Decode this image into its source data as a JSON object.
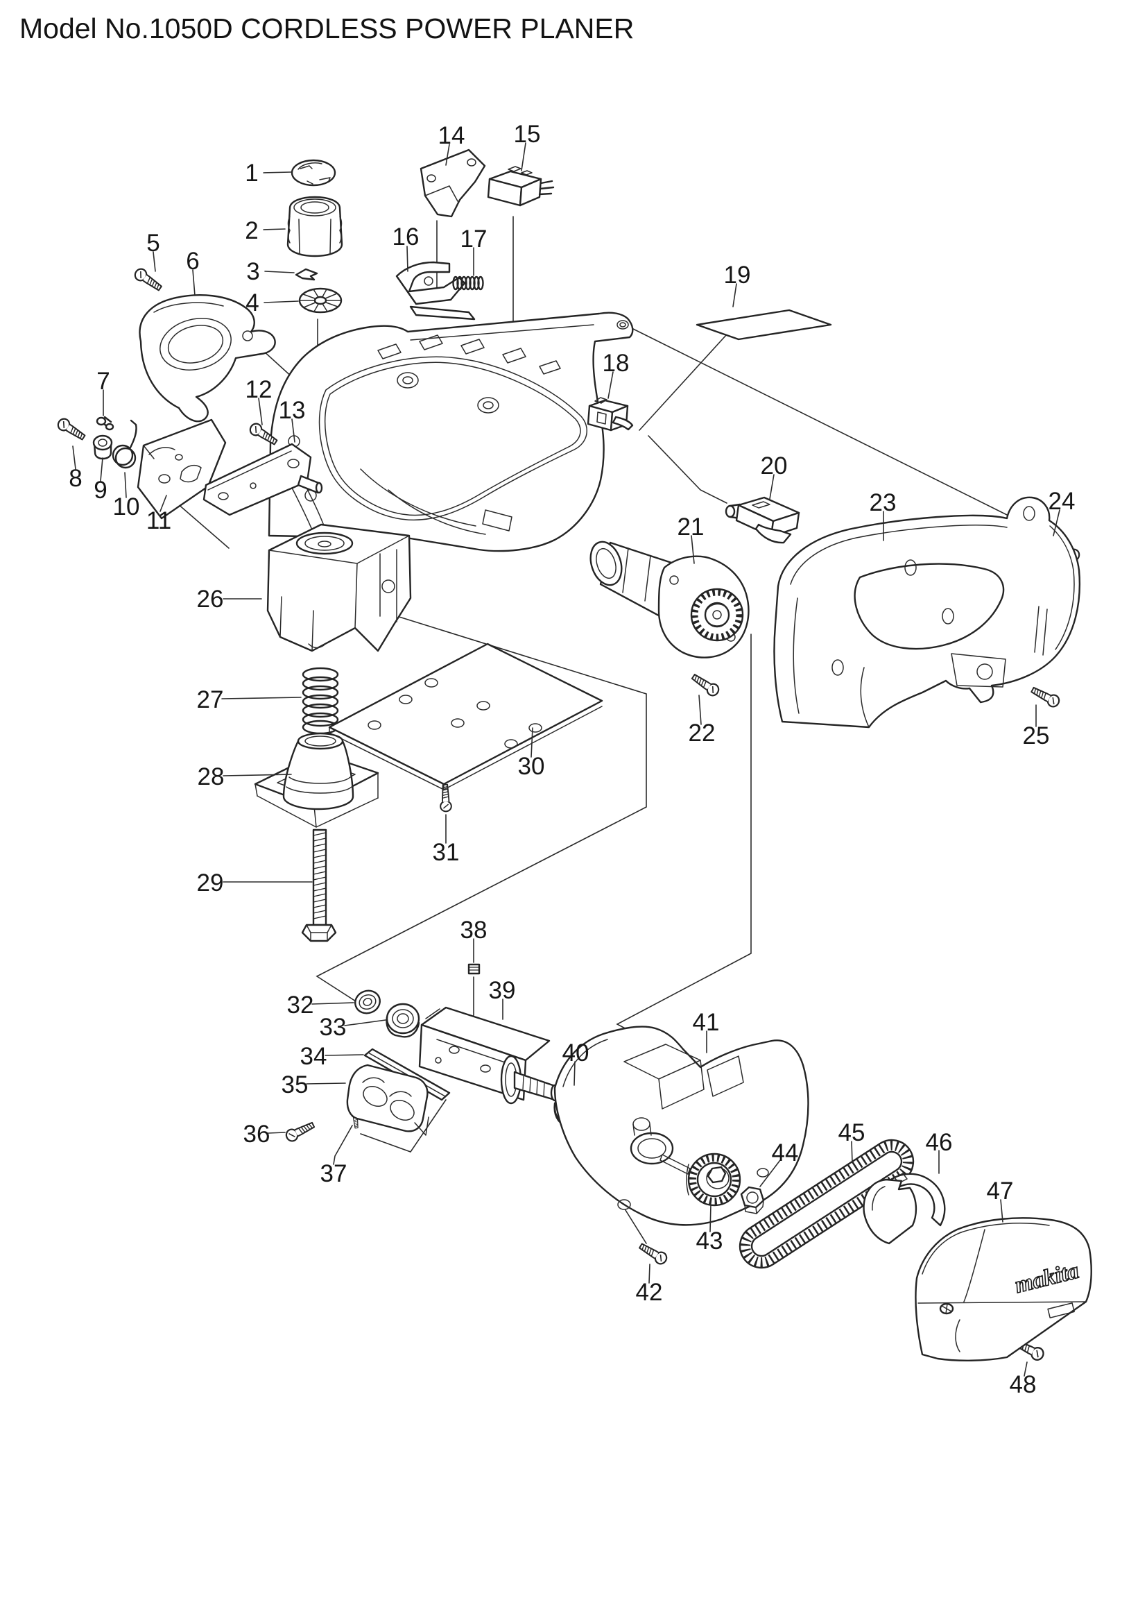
{
  "title": "Model No.1050D CORDLESS POWER PLANER",
  "brand_logo": "makita",
  "parts": [
    {
      "num": "1",
      "name": "cap"
    },
    {
      "num": "2",
      "name": "knob"
    },
    {
      "num": "3",
      "name": "clip"
    },
    {
      "num": "4",
      "name": "star-washer"
    },
    {
      "num": "5",
      "name": "screw"
    },
    {
      "num": "6",
      "name": "front-grip"
    },
    {
      "num": "7",
      "name": "pin"
    },
    {
      "num": "8",
      "name": "screw"
    },
    {
      "num": "9",
      "name": "bushing"
    },
    {
      "num": "10",
      "name": "torsion-spring"
    },
    {
      "num": "11",
      "name": "bracket-plate"
    },
    {
      "num": "12",
      "name": "screw"
    },
    {
      "num": "13",
      "name": "lever-plate"
    },
    {
      "num": "14",
      "name": "bracket"
    },
    {
      "num": "15",
      "name": "switch"
    },
    {
      "num": "16",
      "name": "lock-lever"
    },
    {
      "num": "17",
      "name": "spring"
    },
    {
      "num": "18",
      "name": "switch"
    },
    {
      "num": "19",
      "name": "name-label"
    },
    {
      "num": "20",
      "name": "switch-lever"
    },
    {
      "num": "21",
      "name": "motor"
    },
    {
      "num": "22",
      "name": "screw"
    },
    {
      "num": "23",
      "name": "rear-handle"
    },
    {
      "num": "24",
      "name": "screw"
    },
    {
      "num": "25",
      "name": "screw"
    },
    {
      "num": "26",
      "name": "front-base"
    },
    {
      "num": "27",
      "name": "compression-spring"
    },
    {
      "num": "28",
      "name": "adjusting-frame"
    },
    {
      "num": "29",
      "name": "bolt"
    },
    {
      "num": "30",
      "name": "base-plate"
    },
    {
      "num": "31",
      "name": "screw"
    },
    {
      "num": "32",
      "name": "seal-washer"
    },
    {
      "num": "33",
      "name": "ball-bearing"
    },
    {
      "num": "34",
      "name": "planer-blade"
    },
    {
      "num": "35",
      "name": "blade-holder"
    },
    {
      "num": "36",
      "name": "screw"
    },
    {
      "num": "37",
      "name": "screw"
    },
    {
      "num": "38",
      "name": "set-screw"
    },
    {
      "num": "39",
      "name": "cutter-drum"
    },
    {
      "num": "40",
      "name": "ball-bearing"
    },
    {
      "num": "41",
      "name": "inner-frame"
    },
    {
      "num": "42",
      "name": "screw"
    },
    {
      "num": "43",
      "name": "pulley"
    },
    {
      "num": "44",
      "name": "nut"
    },
    {
      "num": "45",
      "name": "drive-belt"
    },
    {
      "num": "46",
      "name": "belt-guide"
    },
    {
      "num": "47",
      "name": "belt-cover"
    },
    {
      "num": "48",
      "name": "screw"
    }
  ]
}
